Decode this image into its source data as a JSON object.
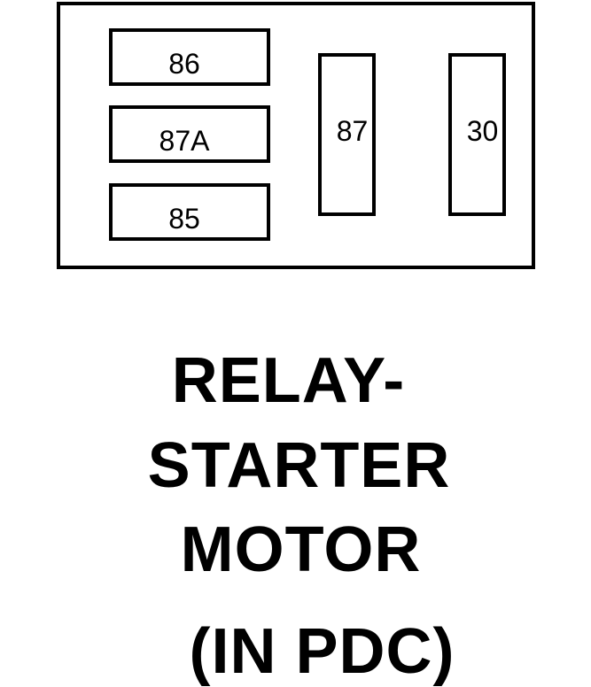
{
  "diagram": {
    "pins": {
      "pin_86": "86",
      "pin_87a": "87A",
      "pin_85": "85",
      "pin_87": "87",
      "pin_30": "30"
    },
    "caption": {
      "line1": "RELAY-",
      "line2": "STARTER",
      "line3": "MOTOR",
      "line4": "(IN PDC)"
    }
  }
}
